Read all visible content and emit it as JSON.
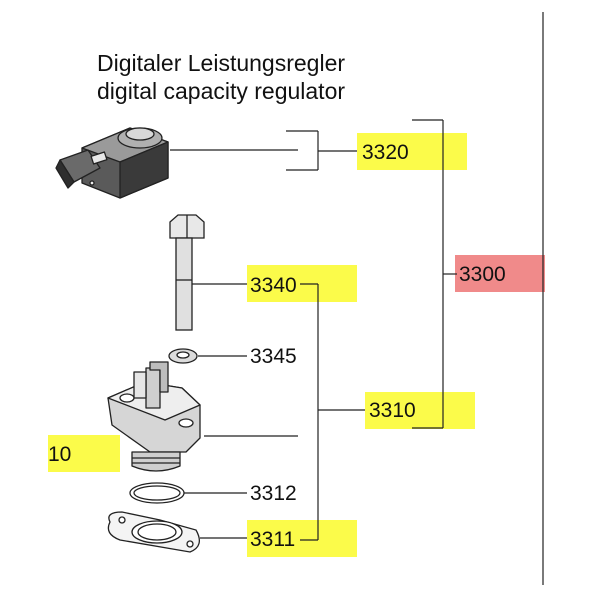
{
  "title": {
    "line1": "Digitaler Leistungsregler",
    "line2": "digital capacity regulator"
  },
  "labels": {
    "p3320": "3320",
    "p3300": "3300",
    "p3340": "3340",
    "p3345": "3345",
    "p3310": "3310",
    "p_partial": "10",
    "p3312": "3312",
    "p3311": "3311"
  },
  "colors": {
    "highlight_yellow": "#fbfb4a",
    "highlight_red": "#f08a8a",
    "line": "#222222"
  },
  "icons": [
    "solenoid-coil-icon",
    "bolt-icon",
    "washer-icon",
    "regulator-valve-body-icon",
    "o-ring-icon",
    "gasket-icon"
  ]
}
